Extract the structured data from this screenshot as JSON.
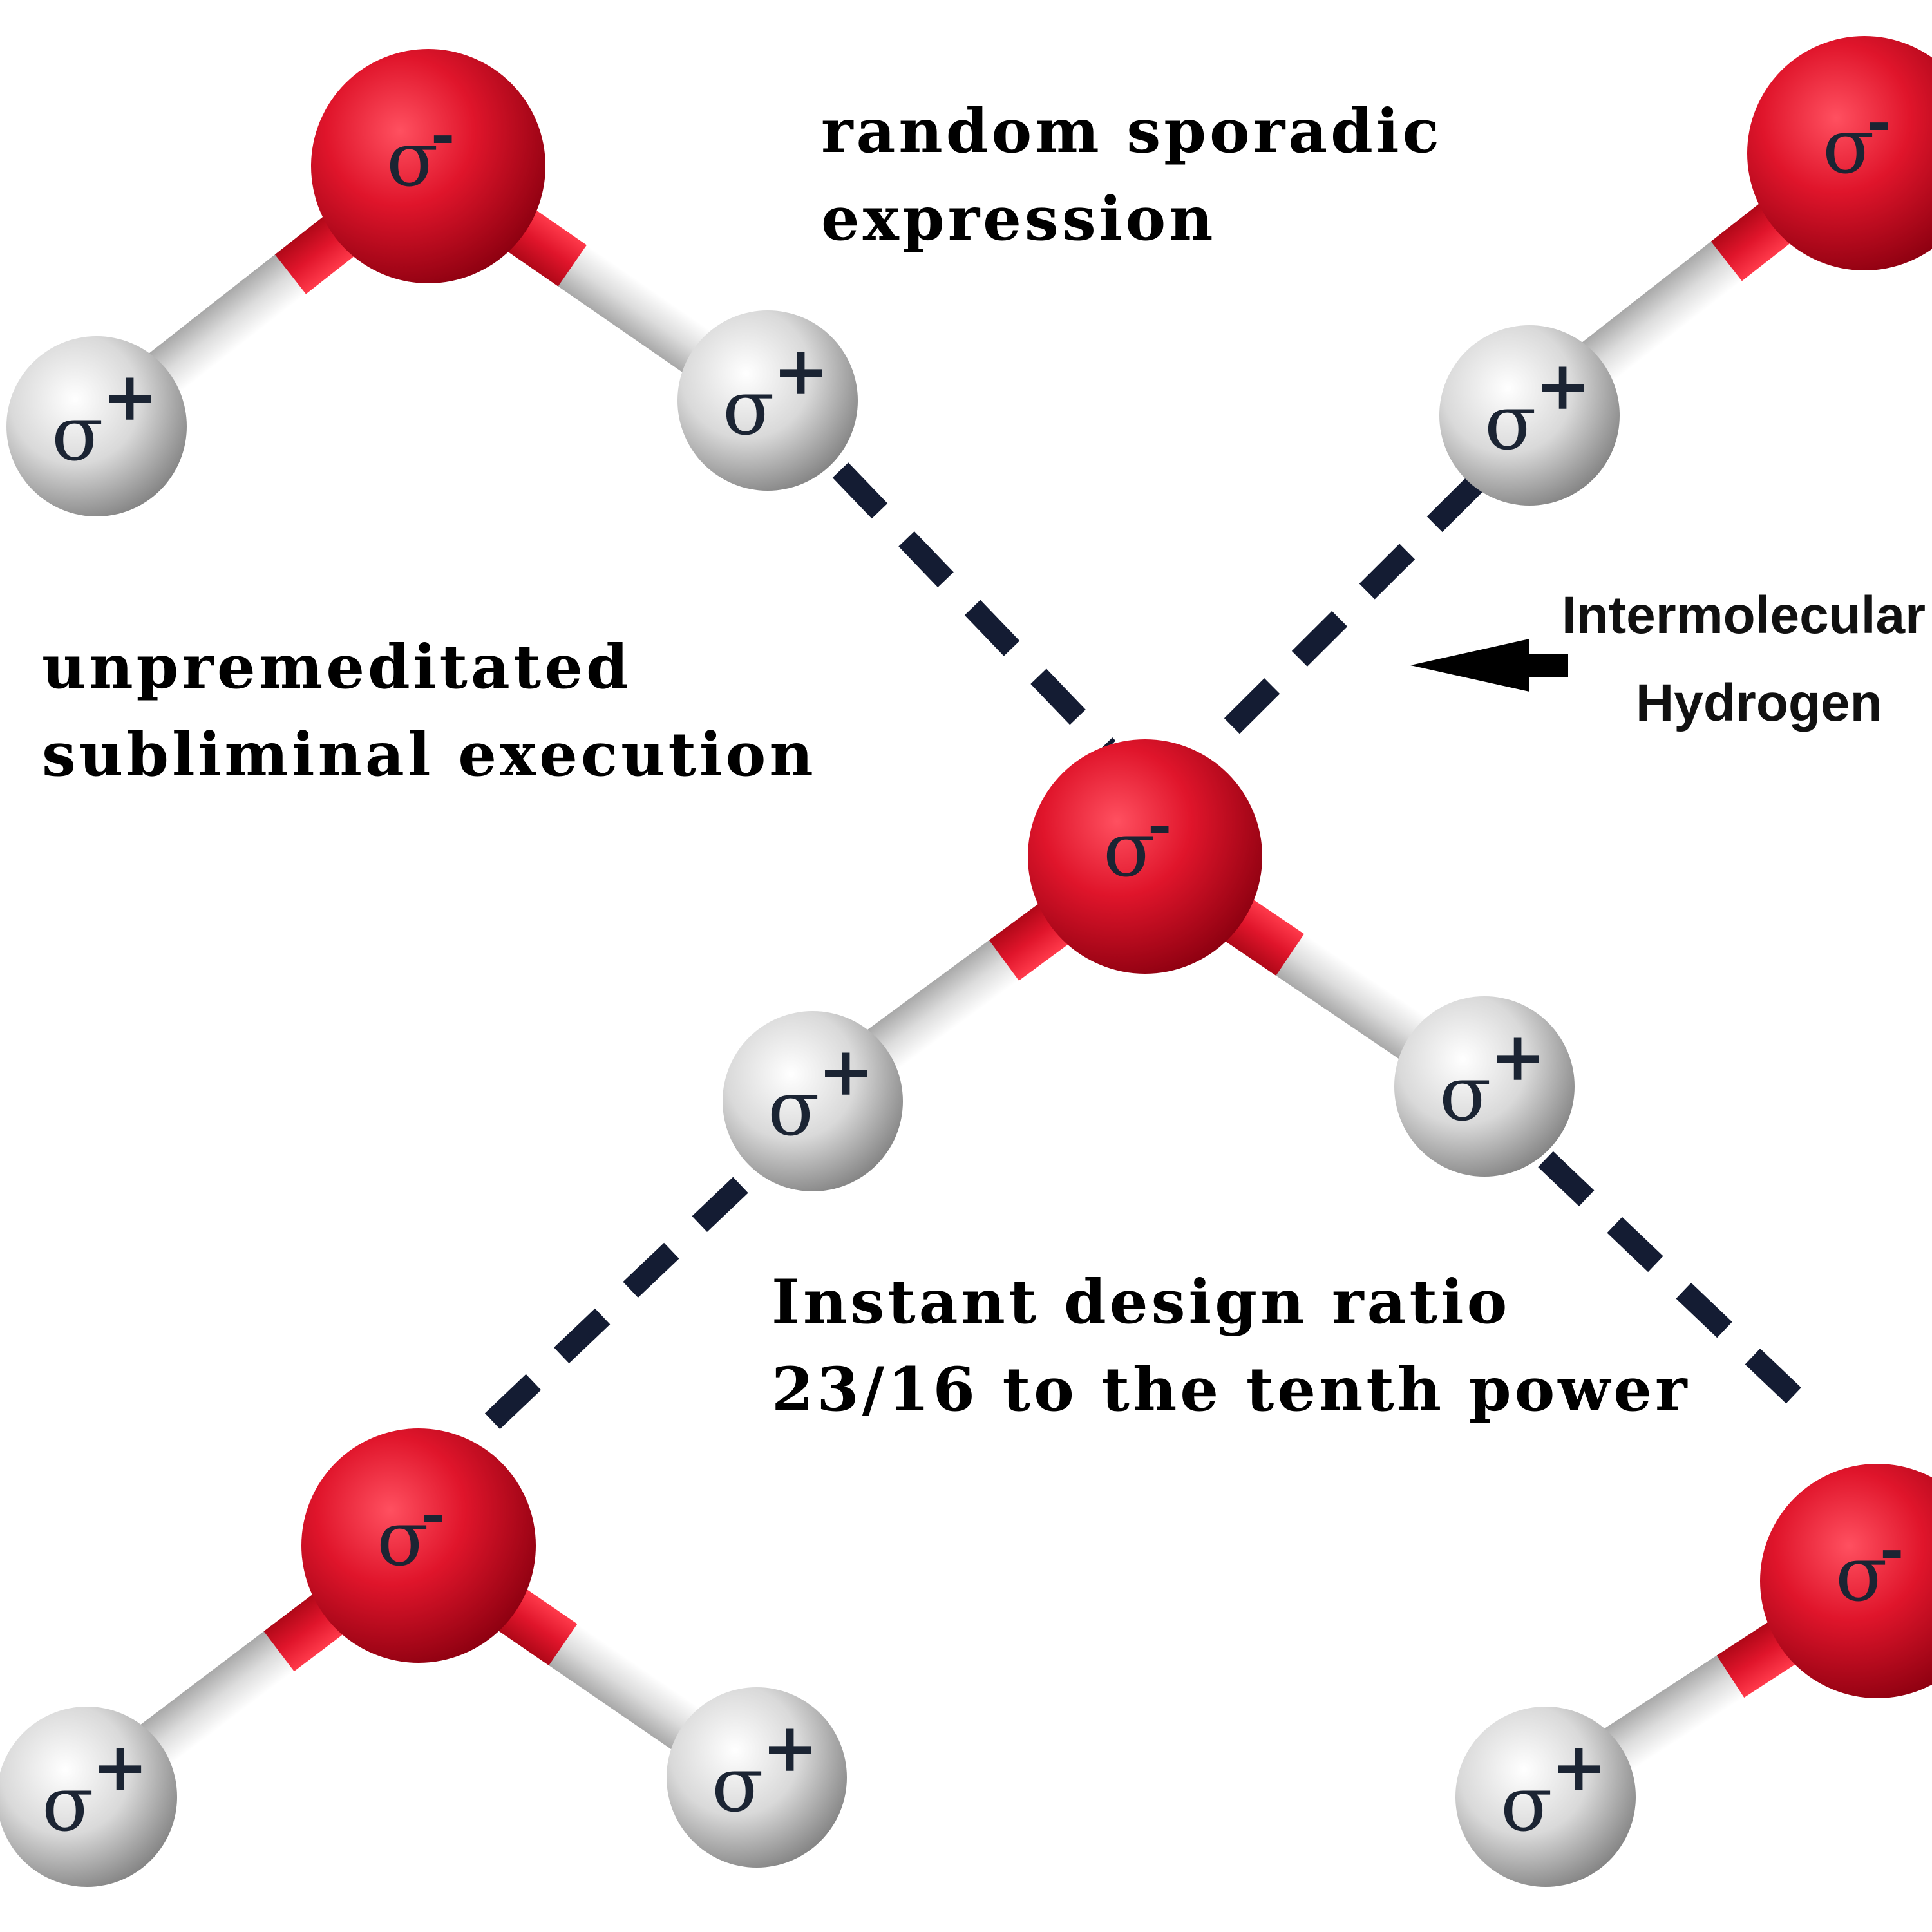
{
  "captions": {
    "top": [
      "random sporadic",
      "expression"
    ],
    "left": [
      "unpremeditated",
      "subliminal execution"
    ],
    "middle": [
      "Instant design ratio",
      "23/16 to the tenth power"
    ]
  },
  "bond_label": [
    "Intermolecular",
    "Hydrogen"
  ],
  "charges": {
    "oxygen": "σ",
    "oxygen_sign": "-",
    "hydrogen": "σ",
    "hydrogen_sign": "+"
  },
  "colors": {
    "oxygen": "#e0152b",
    "hydrogen": "#d9d9d9",
    "hbond": "#141c33",
    "text": "#000000",
    "background": "#ffffff"
  },
  "icons": {
    "pointer": "left-arrow-icon"
  }
}
